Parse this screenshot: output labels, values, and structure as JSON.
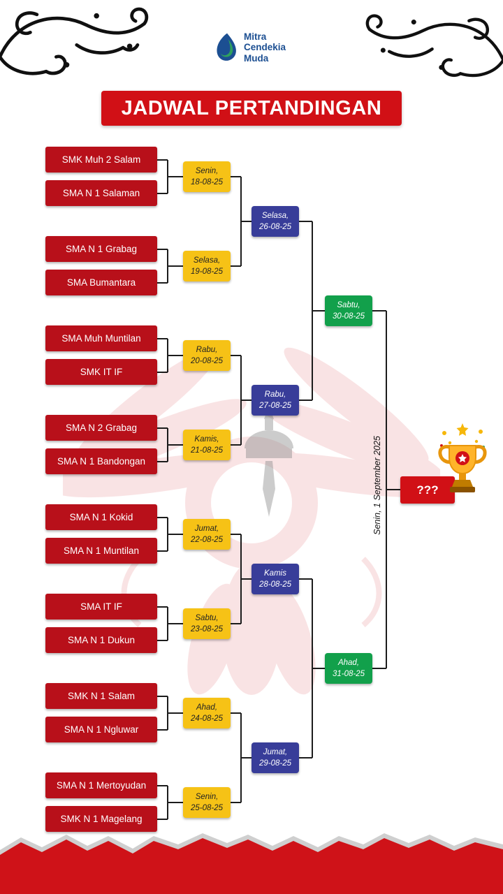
{
  "header": {
    "title": "JADWAL PERTANDINGAN"
  },
  "logo": {
    "lines": [
      "Mitra",
      "Cendekia",
      "Muda"
    ]
  },
  "bracket": {
    "teams": [
      "SMK Muh 2 Salam",
      "SMA N 1 Salaman",
      "SMA N 1 Grabag",
      "SMA Bumantara",
      "SMA Muh Muntilan",
      "SMK IT IF",
      "SMA N 2 Grabag",
      "SMA N 1 Bandongan",
      "SMA N 1 Kokid",
      "SMA N 1 Muntilan",
      "SMA IT IF",
      "SMA N 1 Dukun",
      "SMK N 1 Salam",
      "SMA N 1 Ngluwar",
      "SMA N 1 Mertoyudan",
      "SMK N 1 Magelang"
    ],
    "round1": [
      {
        "day": "Senin,",
        "date": "18-08-25"
      },
      {
        "day": "Selasa,",
        "date": "19-08-25"
      },
      {
        "day": "Rabu,",
        "date": "20-08-25"
      },
      {
        "day": "Kamis,",
        "date": "21-08-25"
      },
      {
        "day": "Jumat,",
        "date": "22-08-25"
      },
      {
        "day": "Sabtu,",
        "date": "23-08-25"
      },
      {
        "day": "Ahad,",
        "date": "24-08-25"
      },
      {
        "day": "Senin,",
        "date": "25-08-25"
      }
    ],
    "round2": [
      {
        "day": "Selasa,",
        "date": "26-08-25"
      },
      {
        "day": "Rabu,",
        "date": "27-08-25"
      },
      {
        "day": "Kamis",
        "date": "28-08-25"
      },
      {
        "day": "Jumat,",
        "date": "29-08-25"
      }
    ],
    "round3": [
      {
        "day": "Sabtu,",
        "date": "30-08-25"
      },
      {
        "day": "Ahad,",
        "date": "31-08-25"
      }
    ],
    "final": {
      "date_label": "Senin, 1 September 2025",
      "winner": "???"
    }
  },
  "colors": {
    "banner_red": "#d11016",
    "team_red": "#b8101a",
    "round1_yellow": "#f6c216",
    "round2_blue": "#383d99",
    "round3_green": "#12a04b",
    "line_black": "#1c1c1c",
    "logo_blue": "#1c4f92",
    "logo_green": "#2fa05e"
  }
}
